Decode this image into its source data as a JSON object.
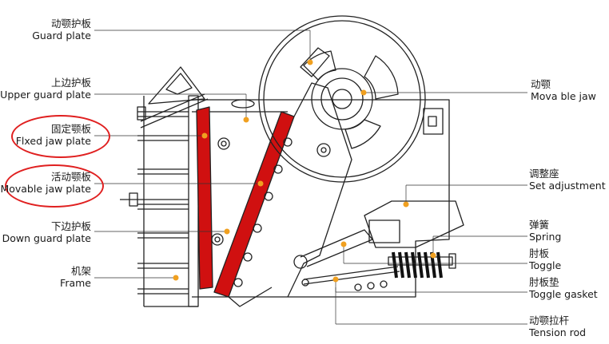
{
  "labels": {
    "guard_plate": {
      "zh": "动颚护板",
      "en": "Guard plate"
    },
    "upper_guard_plate": {
      "zh": "上边护板",
      "en": "Upper guard plate"
    },
    "fixed_jaw_plate": {
      "zh": "固定颚板",
      "en": "Flxed jaw plate"
    },
    "movable_jaw_plate": {
      "zh": "活动颚板",
      "en": "Movable jaw plate"
    },
    "down_guard_plate": {
      "zh": "下边护板",
      "en": "Down guard plate"
    },
    "frame": {
      "zh": "机架",
      "en": "Frame"
    },
    "movable_jaw": {
      "zh": "动颚",
      "en": "Mova ble jaw"
    },
    "set_adjustment": {
      "zh": "调整座",
      "en": "Set adjustment"
    },
    "spring": {
      "zh": "弹簧",
      "en": "Spring"
    },
    "toggle": {
      "zh": "肘板",
      "en": "Toggle"
    },
    "toggle_gasket": {
      "zh": "肘板垫",
      "en": "Toggle gasket"
    },
    "tension_rod": {
      "zh": "动颚拉杆",
      "en": "Tension rod"
    }
  },
  "colors": {
    "jaw_plate": "#d01010",
    "callout_dot": "#f0a020",
    "highlight_ring": "#e02020",
    "line": "#222222"
  }
}
